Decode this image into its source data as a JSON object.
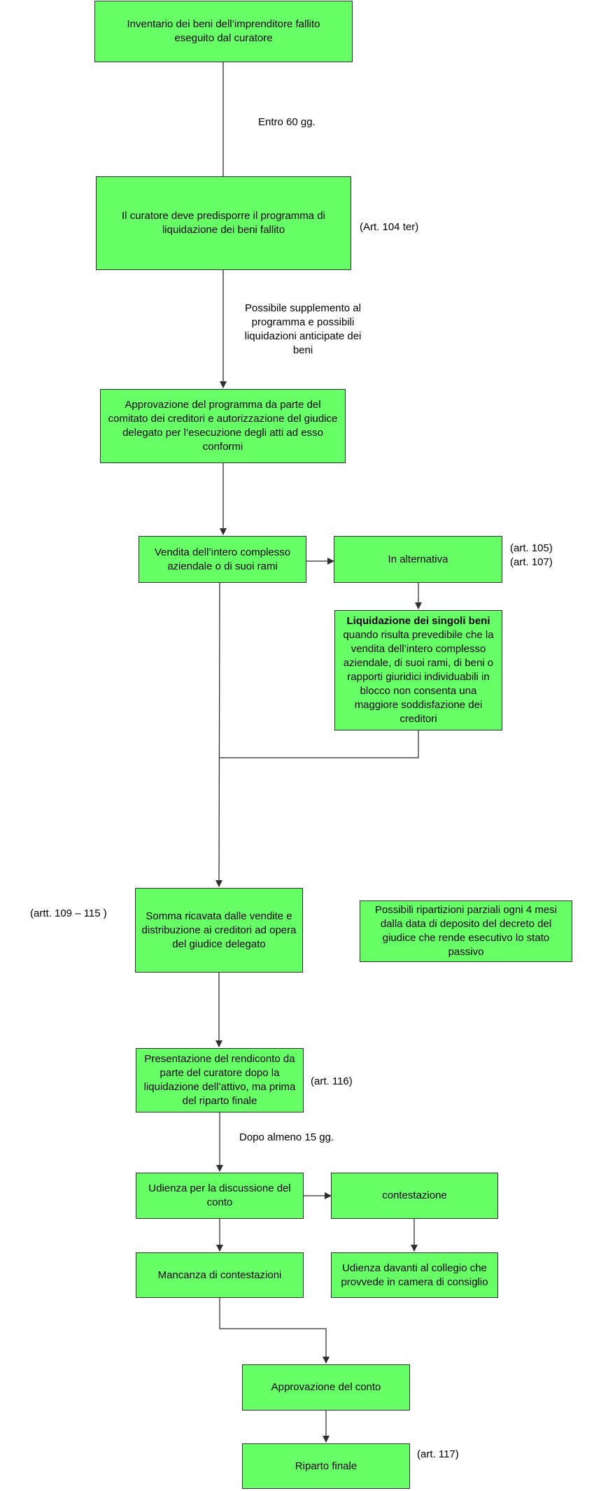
{
  "boxes": {
    "inventario": "Inventario dei beni dell’imprenditore fallito eseguito dal curatore",
    "programma": "Il curatore deve predisporre il programma di liquidazione dei beni fallito",
    "approvazione_programma": "Approvazione del programma da parte del comitato dei creditori e autorizzazione del giudice delegato per l’esecuzione degli atti ad esso conformi",
    "vendita": "Vendita dell’intero complesso aziendale o di suoi rami",
    "alternativa": "In alternativa",
    "liquidazione_title": "Liquidazione dei singoli beni",
    "liquidazione_body": "quando risulta prevedibile che la vendita dell’intero complesso aziendale, di suoi rami, di beni o rapporti giuridici individuabili in blocco non consenta una maggiore soddisfazione dei creditori",
    "somma": "Somma ricavata dalle vendite e distribuzione ai creditori ad opera del giudice delegato",
    "ripartizioni": "Possibili ripartizioni parziali ogni 4 mesi dalla data di deposito del decreto del giudice che rende esecutivo lo stato passivo",
    "rendiconto": "Presentazione del rendiconto da parte del curatore dopo la liquidazione dell’attivo, ma prima del riparto finale",
    "udienza": "Udienza per la discussione del conto",
    "contestazione": "contestazione",
    "mancanza": "Mancanza di contestazioni",
    "collegio": "Udienza davanti al collegio che provvede in camera di consiglio",
    "approvazione_conto": "Approvazione del conto",
    "riparto": "Riparto finale"
  },
  "notes": {
    "entro": "Entro 60 gg.",
    "art104": "(Art. 104 ter)",
    "supplemento": "Possibile supplemento al programma e possibili liquidazioni anticipate dei beni",
    "art105": "(art. 105)",
    "art107": "(art. 107)",
    "artt109": "(artt. 109 – 115 )",
    "art116": "(art. 116)",
    "dopo": "Dopo almeno 15 gg.",
    "art117": "(art. 117)"
  },
  "colors": {
    "box_fill": "#66ff66",
    "line": "#2f2f2f"
  }
}
